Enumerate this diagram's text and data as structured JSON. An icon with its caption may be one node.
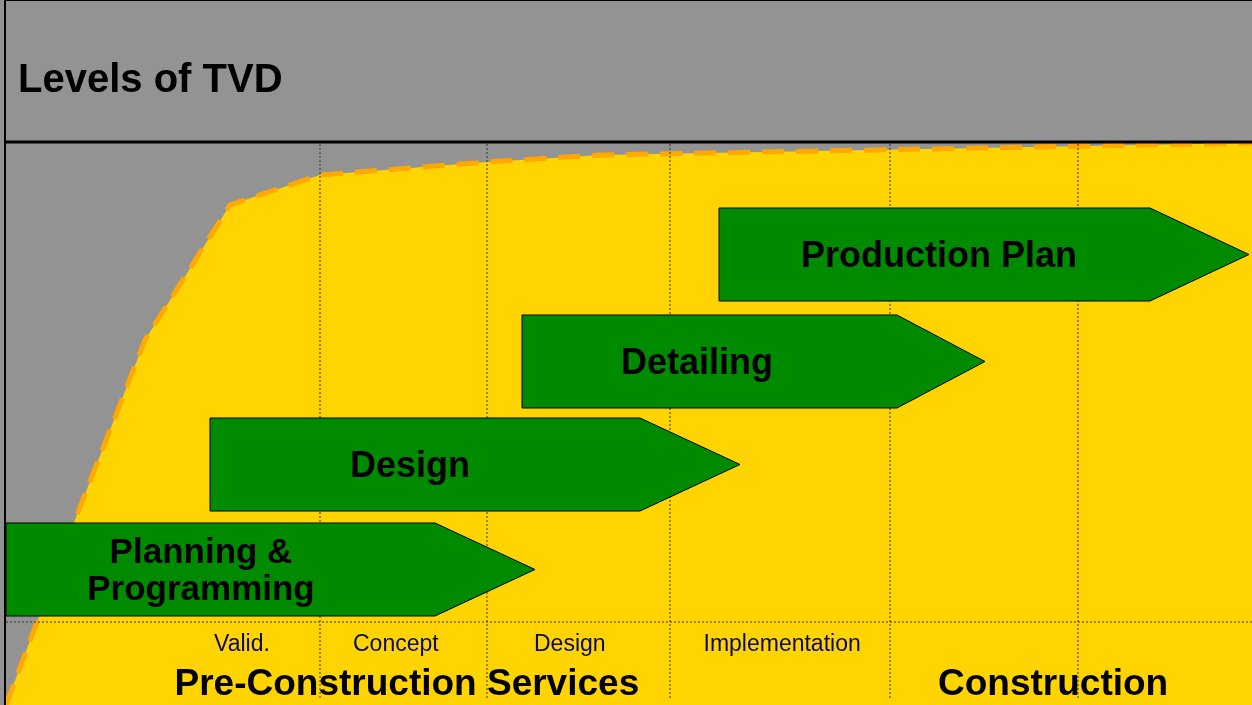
{
  "diagram": {
    "title": "Levels of TVD",
    "nodes": [
      {
        "text": [
          "Production Plan"
        ]
      },
      {
        "text": [
          "Detailing"
        ]
      },
      {
        "text": [
          "Design"
        ]
      },
      {
        "text": [
          "Planning & Programming"
        ]
      }
    ],
    "labels": [
      "Valid.",
      "Concept",
      "Design",
      "Implementation",
      "Pre-Construction Services",
      "Construction"
    ]
  }
}
